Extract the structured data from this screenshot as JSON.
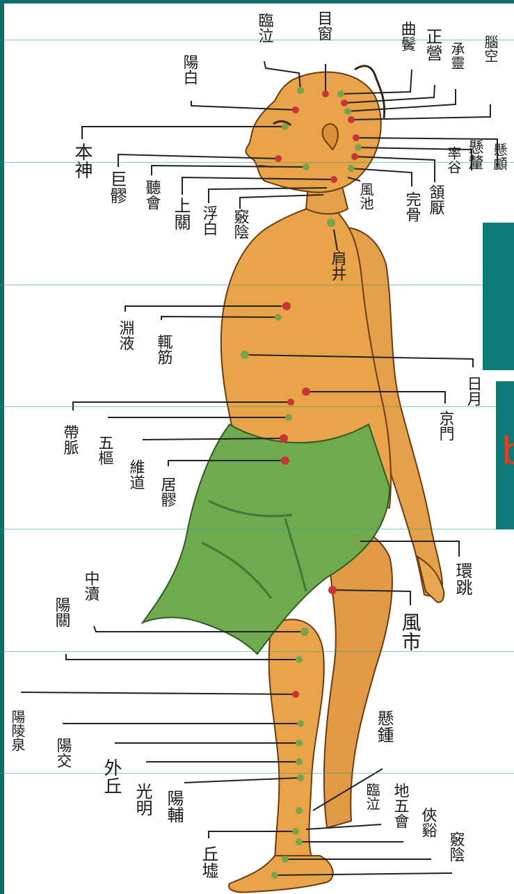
{
  "slide": {
    "tab_letter": "b"
  },
  "colors": {
    "skin": "#e9a449",
    "skin_shade": "#c97e2a",
    "cloth": "#6faa4f",
    "cloth_dark": "#3f7a35",
    "border": "#0e6f6a",
    "point_red": "#c9343a",
    "point_green": "#7aa24a"
  },
  "labels": [
    {
      "id": "yangbai",
      "text": "陽白"
    },
    {
      "id": "toulinqi",
      "text": "臨泣"
    },
    {
      "id": "muchuang",
      "text": "目窗"
    },
    {
      "id": "qubin",
      "text": "曲鬢"
    },
    {
      "id": "zhengying",
      "text": "正營"
    },
    {
      "id": "chengling",
      "text": "承靈"
    },
    {
      "id": "naokong",
      "text": "腦空"
    },
    {
      "id": "benshen",
      "text": "本神"
    },
    {
      "id": "juliao_face",
      "text": "巨髎"
    },
    {
      "id": "tinghui",
      "text": "聽會"
    },
    {
      "id": "shangguan",
      "text": "上關"
    },
    {
      "id": "fubai",
      "text": "浮白"
    },
    {
      "id": "qiaoyin",
      "text": "竅陰"
    },
    {
      "id": "fengchi",
      "text": "風池"
    },
    {
      "id": "wangu",
      "text": "完骨"
    },
    {
      "id": "hanyan",
      "text": "頷厭"
    },
    {
      "id": "xuanli",
      "text": "懸釐"
    },
    {
      "id": "shuaigu",
      "text": "率谷"
    },
    {
      "id": "xuanlu",
      "text": "懸顱"
    },
    {
      "id": "jianjing",
      "text": "肩井"
    },
    {
      "id": "yuanye",
      "text": "淵液"
    },
    {
      "id": "zhejin",
      "text": "輒筋"
    },
    {
      "id": "riyue",
      "text": "日月"
    },
    {
      "id": "jingmen",
      "text": "京門"
    },
    {
      "id": "daimai",
      "text": "帶脈"
    },
    {
      "id": "wushu",
      "text": "五樞"
    },
    {
      "id": "weidao",
      "text": "維道"
    },
    {
      "id": "juliao_hip",
      "text": "居髎"
    },
    {
      "id": "huantiao",
      "text": "環跳"
    },
    {
      "id": "zhongdu",
      "text": "中瀆"
    },
    {
      "id": "yangguan",
      "text": "陽關"
    },
    {
      "id": "fengshi",
      "text": "風市"
    },
    {
      "id": "xuanzhong",
      "text": "懸鍾"
    },
    {
      "id": "yanglingquan",
      "text": "陽陵泉"
    },
    {
      "id": "yangjiao",
      "text": "陽交"
    },
    {
      "id": "waiqiu",
      "text": "外丘"
    },
    {
      "id": "guangming",
      "text": "光明"
    },
    {
      "id": "yangfu",
      "text": "陽輔"
    },
    {
      "id": "zulinqi",
      "text": "臨泣"
    },
    {
      "id": "diwuhui",
      "text": "地五會"
    },
    {
      "id": "xiaxi",
      "text": "俠谿"
    },
    {
      "id": "qiaoyin_foot",
      "text": "竅陰"
    },
    {
      "id": "qiuxu",
      "text": "丘墟"
    }
  ]
}
